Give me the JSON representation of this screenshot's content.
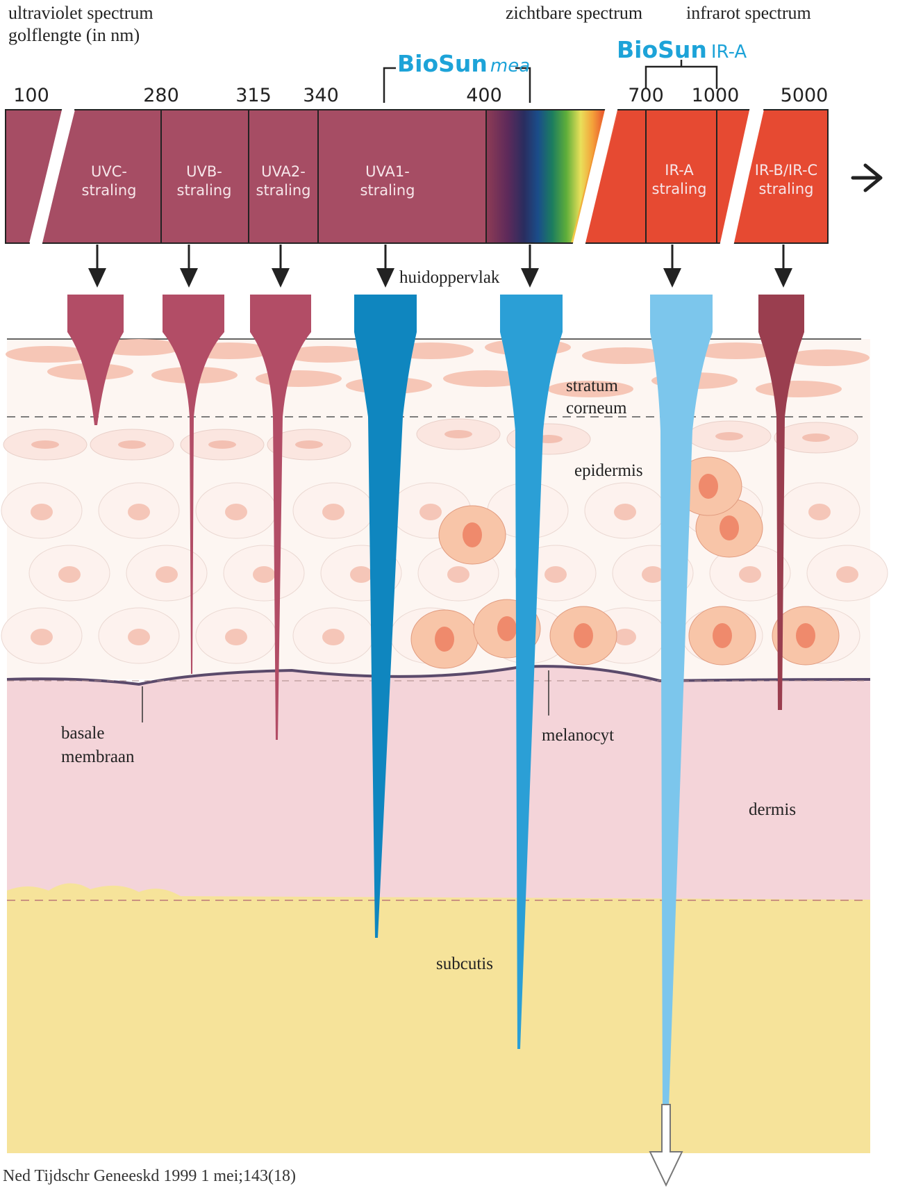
{
  "header": {
    "uv_line1": "ultraviolet spectrum",
    "uv_line2": "golflengte (in nm)",
    "visible": "zichtbare spectrum",
    "infrared": "infrarot spectrum"
  },
  "brands": {
    "mea": {
      "name": "BioSun",
      "suffix": "mea"
    },
    "ira": {
      "name": "BioSun",
      "suffix": "IR-A"
    }
  },
  "wavelengths": [
    "100",
    "280",
    "315",
    "340",
    "400",
    "700",
    "1000",
    "5000"
  ],
  "bands": [
    {
      "line1": "UVC-",
      "line2": "straling"
    },
    {
      "line1": "UVB-",
      "line2": "straling"
    },
    {
      "line1": "UVA2-",
      "line2": "straling"
    },
    {
      "line1": "UVA1-",
      "line2": "straling"
    },
    {
      "line1": "IR-A",
      "line2": "straling"
    },
    {
      "line1": "IR-B/IR-C",
      "line2": "straling"
    }
  ],
  "layers": {
    "surface": "huidoppervlak",
    "stratum1": "stratum",
    "stratum2": "corneum",
    "epidermis": "epidermis",
    "basal1": "basale",
    "basal2": "membraan",
    "melanocyt": "melanocyt",
    "dermis": "dermis",
    "subcutis": "subcutis"
  },
  "footer": "Ned Tijdschr Geneeskd 1999 1 mei;143(18)",
  "colors": {
    "uv_band": "#a64d64",
    "uv_beam": "#b24d66",
    "uva1_beam": "#0f86bf",
    "visible_beam": "#2b9fd6",
    "ira_beam": "#7cc6ec",
    "ir_band": "#e64a32",
    "irbc_beam": "#9a3e4f",
    "brand": "#1da3d8",
    "dermis": "#f4d4d9",
    "subcutis": "#f6e39a"
  }
}
